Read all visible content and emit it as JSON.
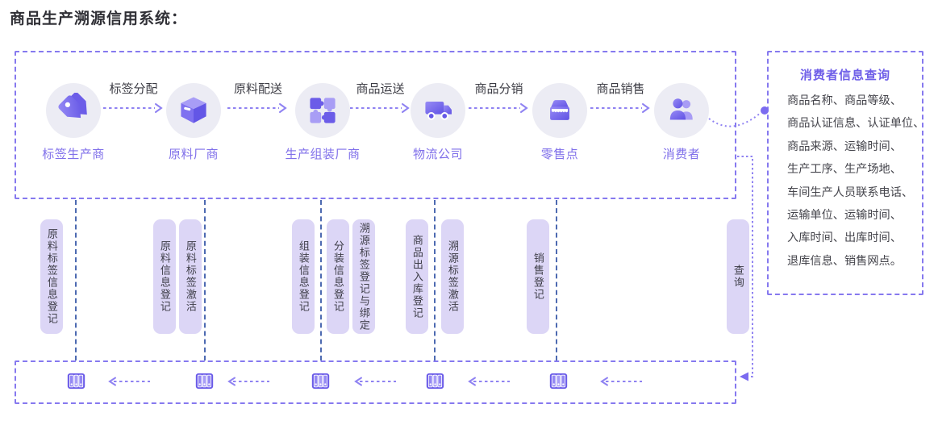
{
  "title": "商品生产溯源信用系统：",
  "flow": {
    "nodes": [
      {
        "label": "标签生产商",
        "icon": "tag-icon"
      },
      {
        "label": "原料厂商",
        "icon": "box-icon"
      },
      {
        "label": "生产组装厂商",
        "icon": "puzzle-icon"
      },
      {
        "label": "物流公司",
        "icon": "truck-icon"
      },
      {
        "label": "零售点",
        "icon": "store-icon"
      },
      {
        "label": "消费者",
        "icon": "people-icon"
      }
    ],
    "arrows": [
      "标签分配",
      "原料配送",
      "商品运送",
      "商品分销",
      "商品销售"
    ]
  },
  "registrations": [
    "原料标签信息登记",
    "原料信息登记",
    "原料标签激活",
    "组装信息登记",
    "分装信息登记",
    "溯源标签登记与绑定",
    "商品出入库登记",
    "溯源标签激活",
    "销售登记",
    "查询"
  ],
  "info_panel": {
    "title": "消费者信息查询",
    "lines": [
      "商品名称、商品等级、",
      "商品认证信息、认证单位、",
      "商品来源、运输时间、",
      "生产工序、生产场地、",
      "车间生产人员联系电话、",
      "运输单位、运输时间、",
      "入库时间、出库时间、",
      "退库信息、销售网点。"
    ]
  },
  "database": {
    "icon": "archive-icon",
    "count": 5
  },
  "colors": {
    "accent_purple": "#7b6cee",
    "dashed_border": "#8679ef",
    "line_blue": "#4d6ab1",
    "pill_bg": "#dcd6f6",
    "label_purple": "#8070ea",
    "text_dark": "#3d3d45"
  }
}
